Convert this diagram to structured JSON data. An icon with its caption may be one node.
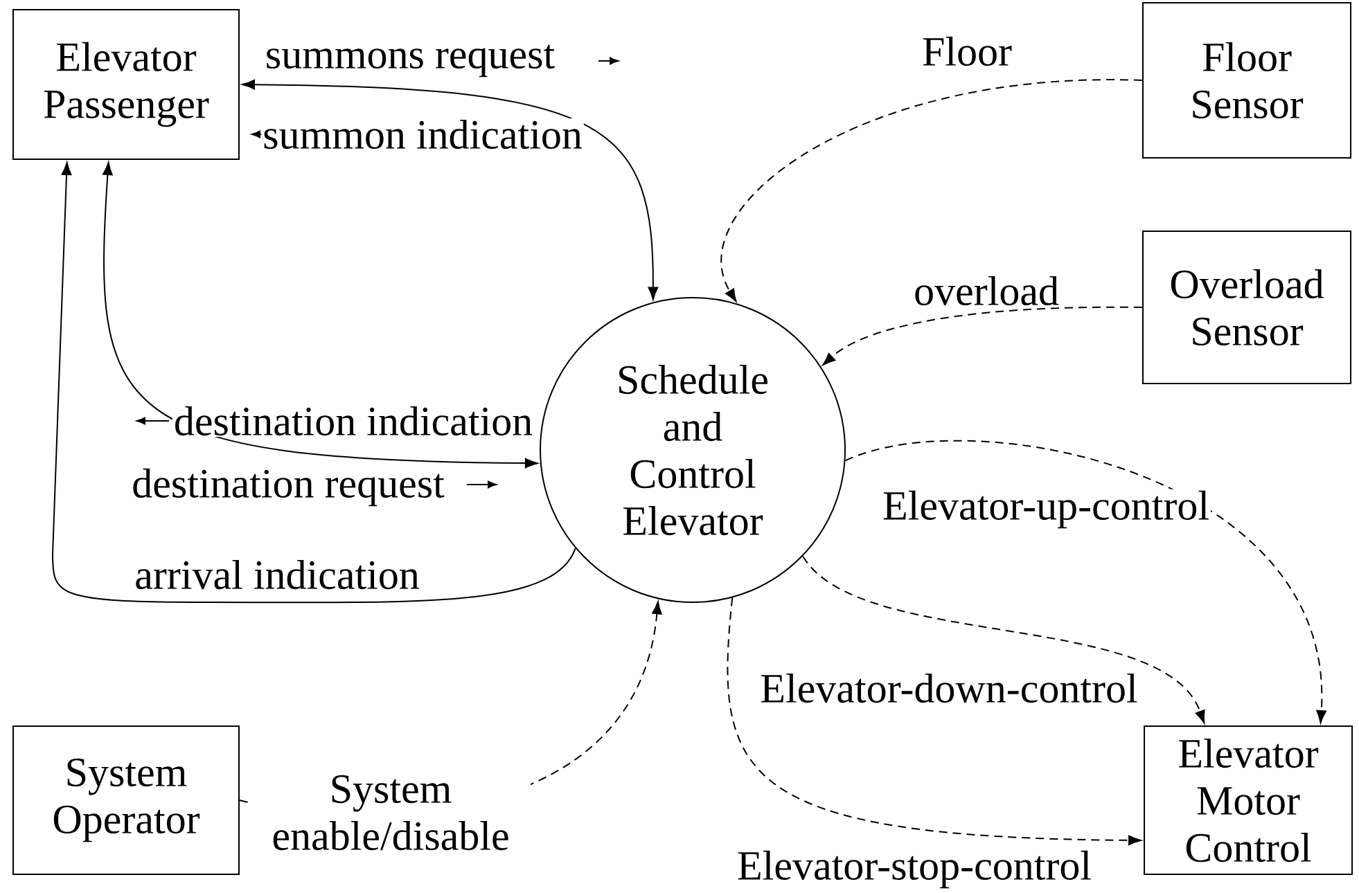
{
  "diagram": {
    "nodes": [
      {
        "text": [
          "Elevator Passenger"
        ]
      },
      {
        "text": [
          "Floor Sensor"
        ]
      },
      {
        "text": [
          "Overload Sensor"
        ]
      },
      {
        "text": [
          "Schedule and Control Elevator"
        ]
      },
      {
        "text": [
          "System Operator"
        ]
      },
      {
        "text": [
          "Elevator Motor Control"
        ]
      }
    ],
    "edges": [
      {
        "from": 0,
        "to": 3,
        "arrow": "both",
        "label": "summons request"
      },
      {
        "from": 0,
        "to": 3,
        "arrow": "both",
        "label": "destination indication"
      },
      {
        "from": 3,
        "to": 0,
        "arrow": "to",
        "label": "arrival indication"
      },
      {
        "from": 1,
        "to": 3,
        "arrow": "to",
        "label": "Floor",
        "style": "dashed"
      },
      {
        "from": 2,
        "to": 3,
        "arrow": "to",
        "label": "overload",
        "style": "dashed"
      },
      {
        "from": 3,
        "to": 5,
        "arrow": "to",
        "label": "Elevator-up-control",
        "style": "dashed"
      },
      {
        "from": 3,
        "to": 5,
        "arrow": "to",
        "label": "Elevator-down-control",
        "style": "dashed"
      },
      {
        "from": 3,
        "to": 5,
        "arrow": "to",
        "label": "Elevator-stop-control",
        "style": "dashed"
      },
      {
        "from": 4,
        "to": 3,
        "arrow": "to",
        "label": "System enable/disable",
        "style": "dashed"
      }
    ],
    "labels": [
      "summon indication",
      "destination request"
    ]
  }
}
